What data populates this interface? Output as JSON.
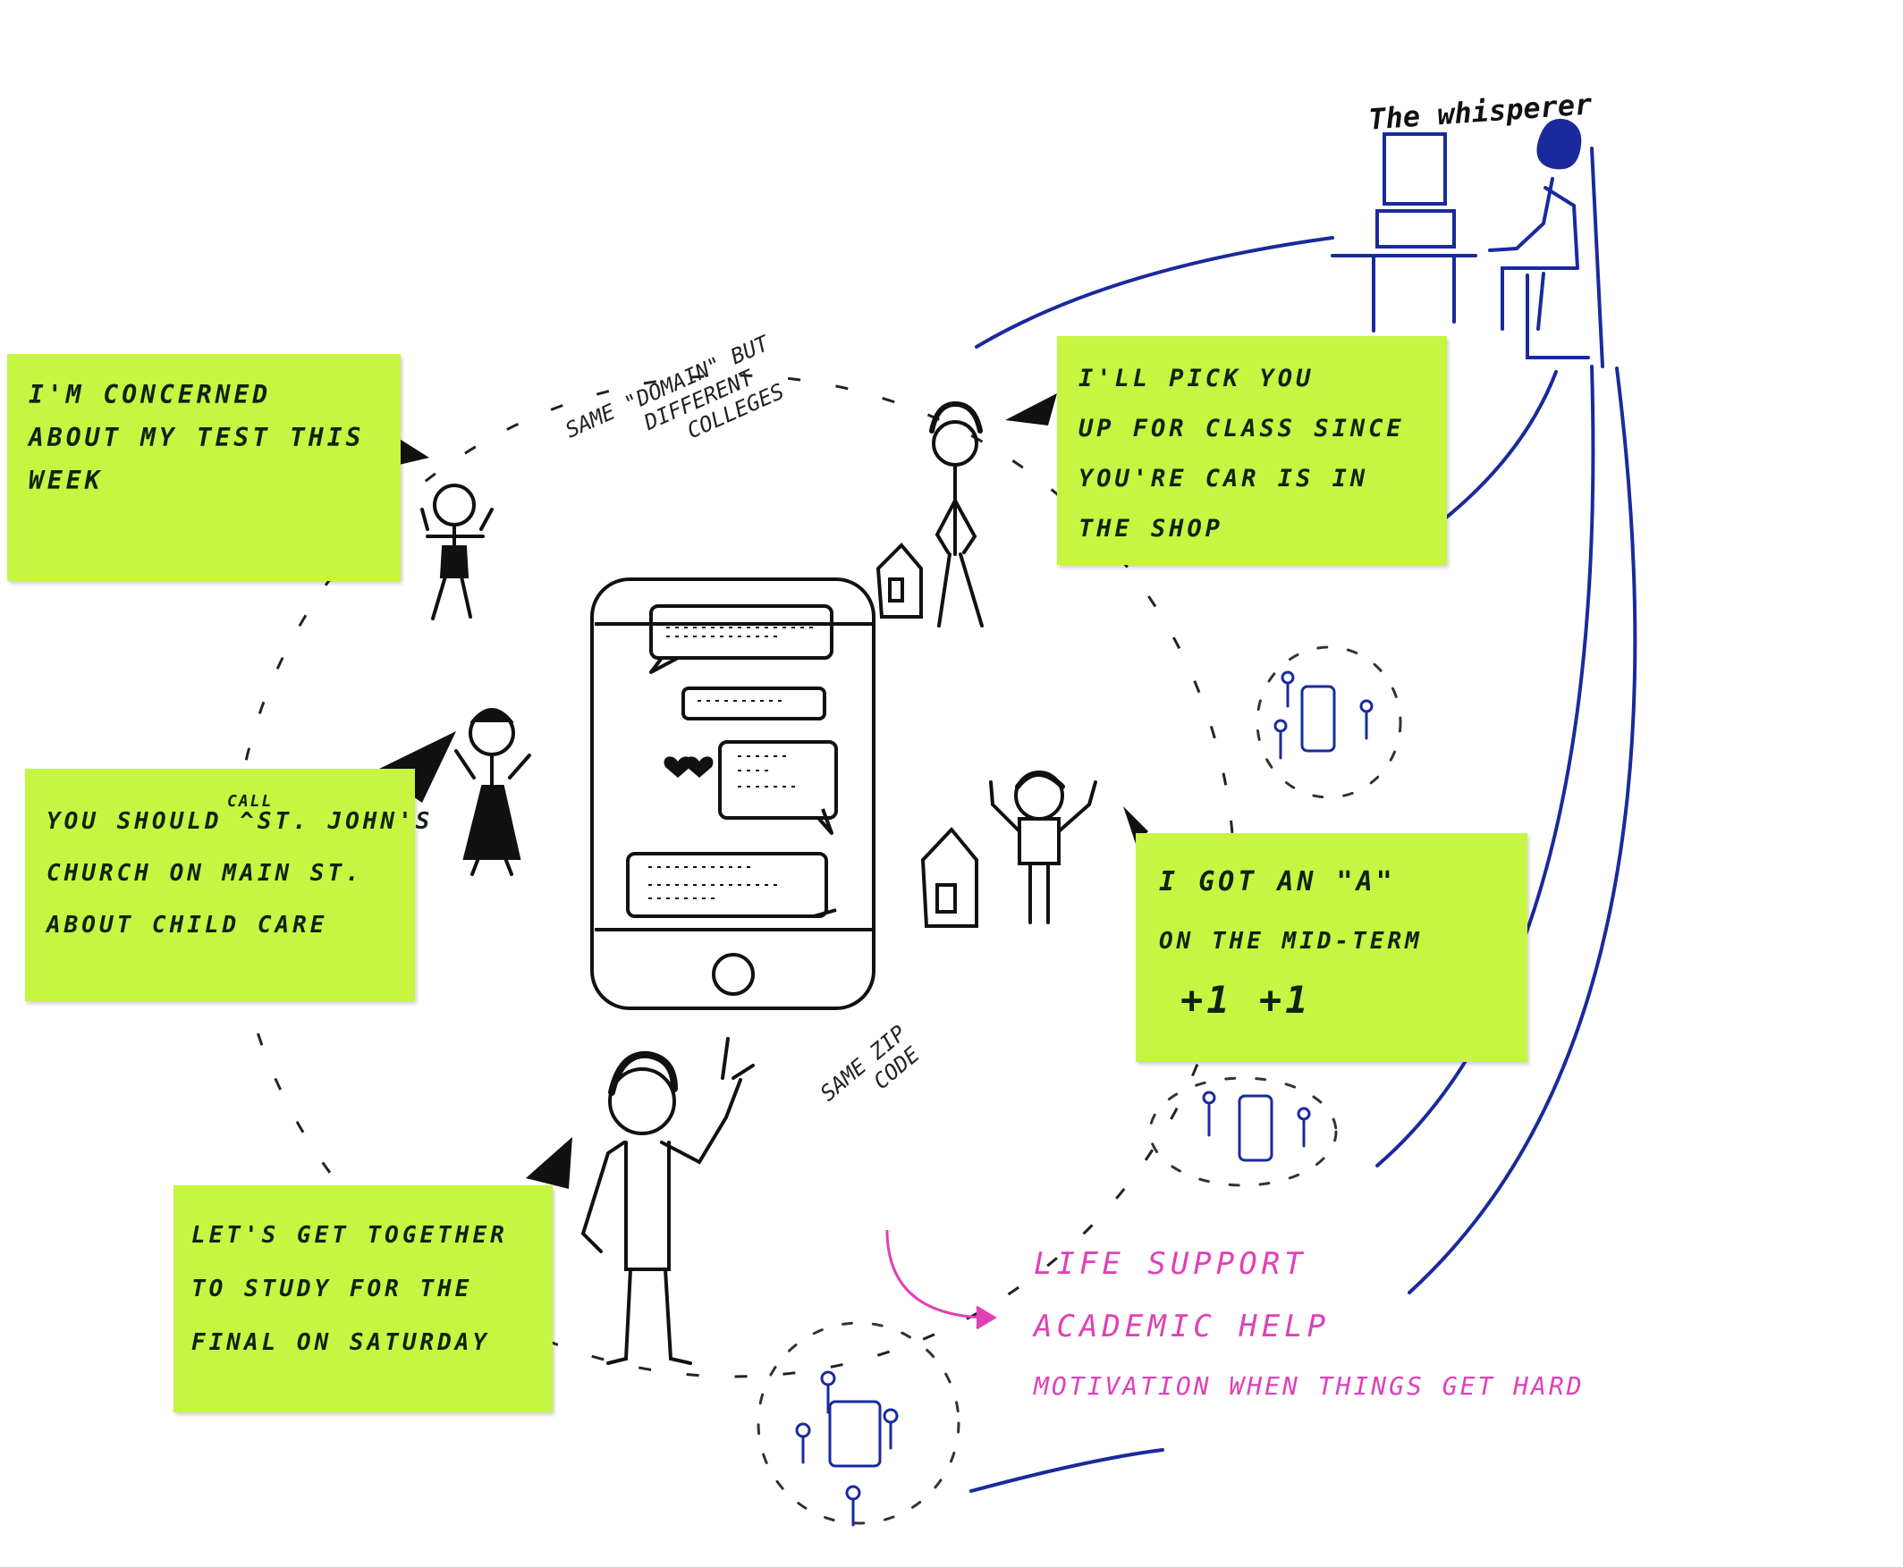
{
  "labels": {
    "whisperer": "The whisperer",
    "same_domain_line1": "SAME \"DOMAIN\" BUT",
    "same_domain_line2": "DIFFERENT",
    "same_domain_line3": "COLLEGES",
    "same_zip_line1": "SAME ZIP",
    "same_zip_line2": "CODE"
  },
  "notes": {
    "concerned": [
      "I'M CONCERNED",
      "ABOUT MY TEST THIS",
      "WEEK"
    ],
    "pickup": [
      "I'LL PICK YOU",
      "UP FOR CLASS SINCE",
      "YOU'RE CAR IS IN",
      "THE SHOP"
    ],
    "church": [
      "YOU SHOULD ^ST. JOHN'S",
      "CHURCH ON MAIN ST.",
      "ABOUT CHILD CARE"
    ],
    "church_insert": "CALL",
    "grade": [
      "I GOT AN \"A\"",
      "ON THE MID-TERM",
      "+1 +1"
    ],
    "study": [
      "LET'S GET TOGETHER",
      "TO STUDY FOR THE",
      "FINAL ON SATURDAY"
    ]
  },
  "support_list": [
    "LIFE SUPPORT",
    "ACADEMIC HELP",
    "MOTIVATION WHEN THINGS GET HARD"
  ],
  "colors": {
    "sticky_note": "#c6f542",
    "ink_black": "#111111",
    "ink_blue": "#1a2a9c",
    "ink_pink": "#e040b8"
  }
}
